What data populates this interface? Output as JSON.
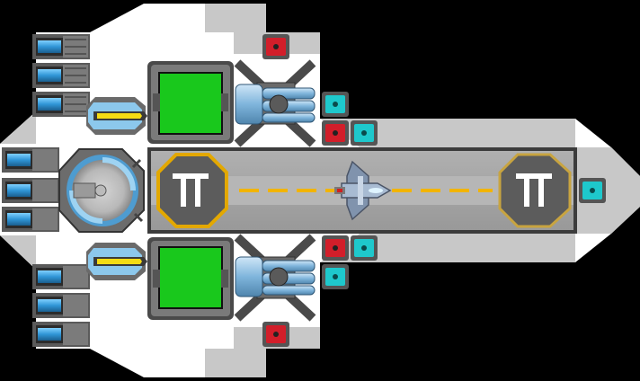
{
  "scene": {
    "name": "carrier-ship-blueprint",
    "background": "#000000"
  },
  "colors": {
    "hull_white": "#ffffff",
    "hull_grey": "#c8c8c8",
    "hull_dark": "#a9a9a9",
    "deck": "#a2a2a2",
    "deck_stripe": "#b4b4b4",
    "runway_line": "#f2b400",
    "pad_fill": "#5c5c5c",
    "pad_ring": "#e3a800",
    "pad_glyph": "#ffffff",
    "screen_green": "#19c81c",
    "frame_dark": "#4a4a4a",
    "frame_mid": "#7a7a7a",
    "frame_light": "#9c9c9c",
    "thruster_blue": "#3aa6e0",
    "pipe_blue": "#8cc3e6",
    "button_red": "#d21e2a",
    "button_teal": "#1ec8cc",
    "laser_yellow": "#f5dc14",
    "fighter_body": "#9fb3cc",
    "fighter_red": "#d02020"
  },
  "landing_pads": [
    {
      "id": "pad-left",
      "glyph": "╥╥",
      "ring_color": "#e3a800"
    },
    {
      "id": "pad-right",
      "glyph": "╥╥",
      "ring_color": "#c8a440"
    }
  ],
  "modules": {
    "thrusters": 9,
    "screens": 2,
    "red_buttons": 4,
    "teal_buttons": 5,
    "turrets": 2
  }
}
